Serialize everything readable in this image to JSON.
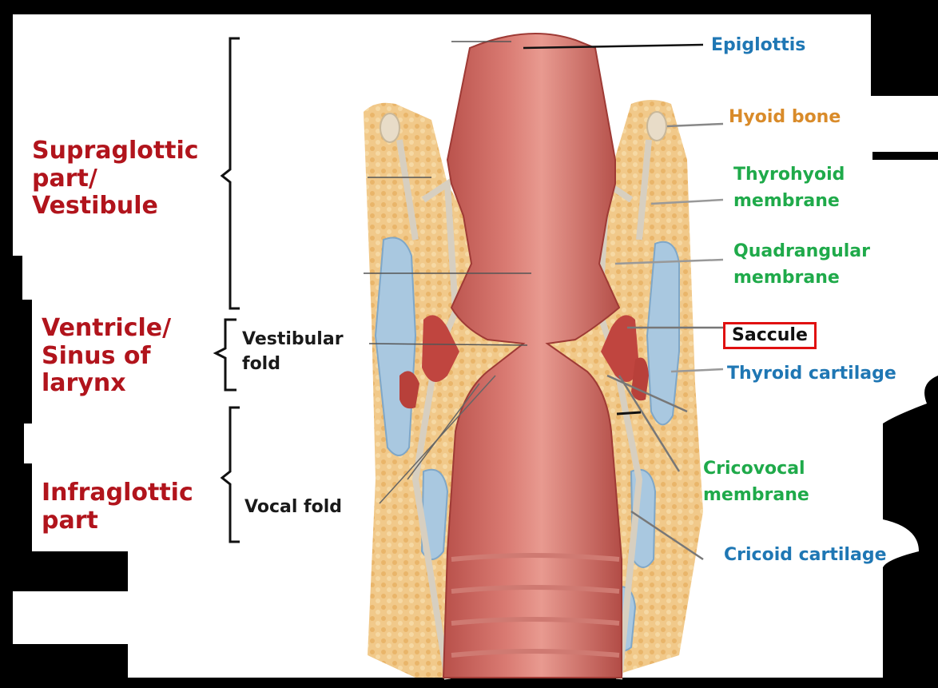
{
  "regions": {
    "supraglottic": [
      "Supraglottic",
      "part/",
      "Vestibule"
    ],
    "ventricle": [
      "Ventricle/",
      "Sinus of",
      "larynx"
    ],
    "infraglottic": [
      "Infraglottic",
      "part"
    ]
  },
  "folds": {
    "vestibular": [
      "Vestibular",
      "fold"
    ],
    "vocal": "Vocal fold"
  },
  "structures": {
    "epiglottis": "Epiglottis",
    "hyoid_bone": "Hyoid bone",
    "thyrohyoid": [
      "Thyrohyoid",
      "membrane"
    ],
    "quadrangular": [
      "Quadrangular",
      "membrane"
    ],
    "saccule": "Saccule",
    "thyroid_cartilage": "Thyroid cartilage",
    "cricovocal": [
      "Cricovocal",
      "membrane"
    ],
    "cricoid_cartilage": "Cricoid cartilage"
  },
  "colors": {
    "region_red": "#b1141c",
    "blue_label": "#1f77b4",
    "orange_label": "#d98b2a",
    "green_label": "#1faa4a",
    "mucosa": "#c9625c",
    "cartilage": "#a9c8e0",
    "fat": "#f0c37a",
    "highlight_box": "#e01010"
  }
}
